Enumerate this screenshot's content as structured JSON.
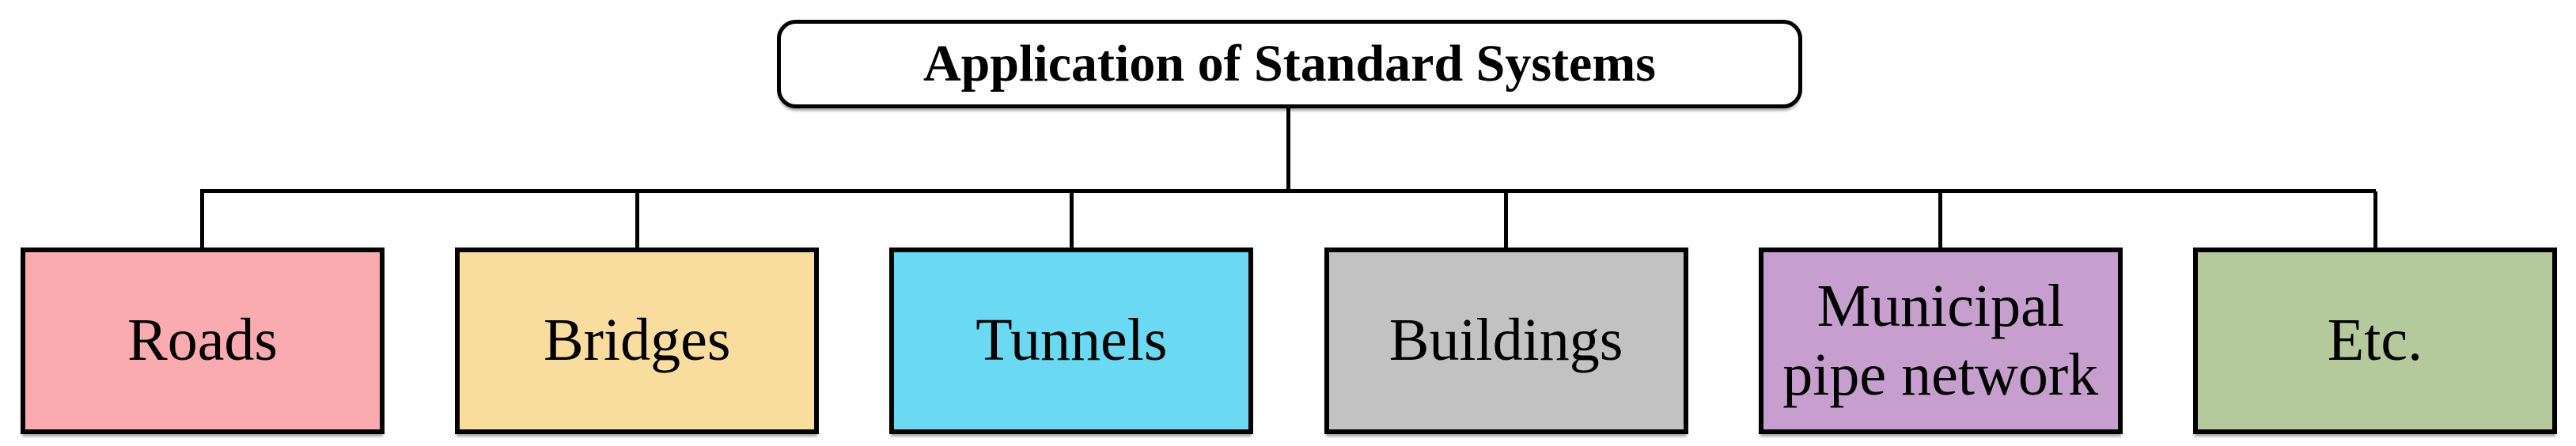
{
  "page": {
    "background": "#ffffff",
    "connector_color": "#000000"
  },
  "diagram": {
    "root": {
      "label": "Application of Standard Systems",
      "fill": "#ffffff",
      "border_color": "#000000"
    },
    "children": [
      {
        "label": "Roads",
        "color": "#f9abaf"
      },
      {
        "label": "Bridges",
        "color": "#f9dd9e"
      },
      {
        "label": "Tunnels",
        "color": "#6bd9f2"
      },
      {
        "label": "Buildings",
        "color": "#c2c2c2"
      },
      {
        "label": "Municipal pipe network",
        "color": "#c79fce"
      },
      {
        "label": "Etc.",
        "color": "#b4ca9c"
      }
    ]
  }
}
